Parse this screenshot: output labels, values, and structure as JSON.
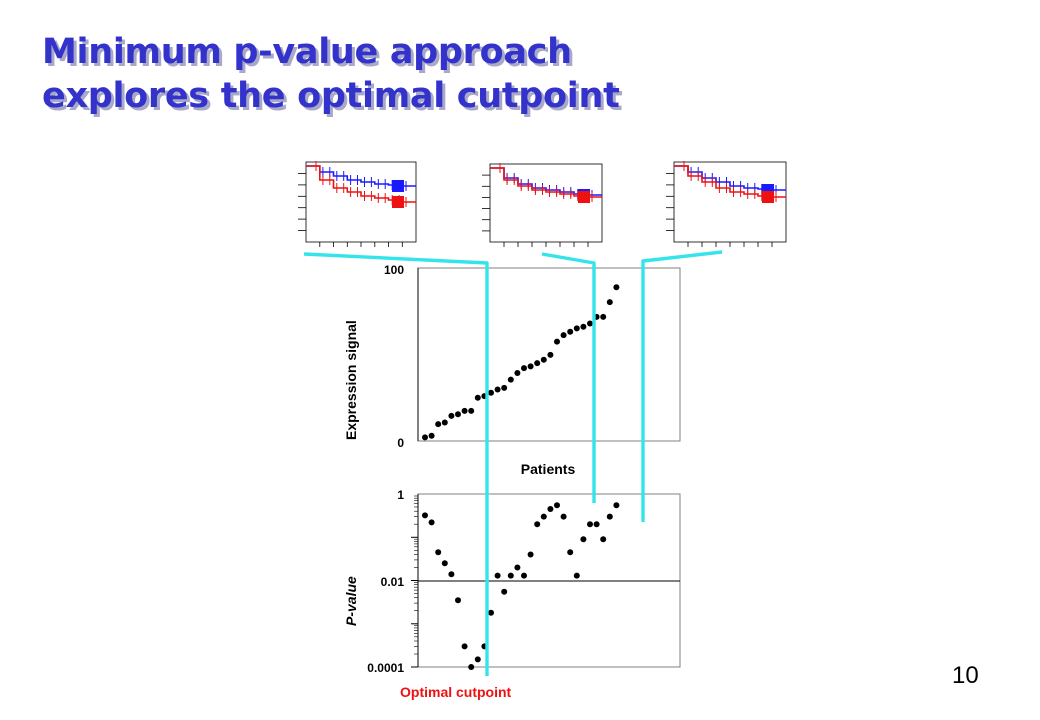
{
  "slide": {
    "title_line1": "Minimum p-value approach",
    "title_line2": "explores the optimal cutpoint",
    "page_number": "10"
  },
  "colors": {
    "title": "#3333cc",
    "connector": "#33e5ea",
    "km_group_high": "#1a1aff",
    "km_group_low": "#ee1111",
    "annotation": "#ee1111"
  },
  "chart_data": [
    {
      "type": "scatter",
      "name": "expression",
      "title": "",
      "xlabel": "Patients",
      "ylabel": "Expression signal",
      "ylim": [
        0,
        100
      ],
      "yticks": [
        "0",
        "100"
      ],
      "grid": false,
      "x": [
        1,
        2,
        3,
        4,
        5,
        6,
        7,
        8,
        9,
        10,
        11,
        12,
        13,
        14,
        15,
        16,
        17,
        18,
        19,
        20,
        21,
        22,
        23,
        24,
        25,
        26,
        27,
        28,
        29,
        30,
        31,
        32,
        33,
        34,
        35,
        36,
        37,
        38,
        39,
        40
      ],
      "y": [
        1,
        2,
        9,
        10,
        14,
        15,
        17,
        17,
        25,
        26,
        28,
        30,
        31,
        36,
        40,
        43,
        44,
        46,
        48,
        51,
        59,
        63,
        65,
        67,
        68,
        70,
        74,
        74,
        83,
        92,
        null,
        null,
        null,
        null,
        null,
        null,
        null,
        null,
        null,
        null
      ]
    },
    {
      "type": "scatter",
      "name": "p-value",
      "title": "",
      "xlabel": "",
      "ylabel": "P-value",
      "yscale": "log",
      "ylim": [
        0.0001,
        1
      ],
      "yticks": [
        "0.0001",
        "0.01",
        "1"
      ],
      "grid": true,
      "x": [
        1,
        2,
        3,
        4,
        5,
        6,
        7,
        8,
        9,
        10,
        11,
        12,
        13,
        14,
        15,
        16,
        17,
        18,
        19,
        20,
        21,
        22,
        23,
        24,
        25,
        26,
        27,
        28,
        29,
        30
      ],
      "y": [
        0.32,
        0.22,
        0.045,
        0.025,
        0.014,
        0.0035,
        0.0003,
        0.0001,
        0.00015,
        0.0003,
        0.0018,
        0.013,
        0.0055,
        0.013,
        0.02,
        0.013,
        0.04,
        0.2,
        0.3,
        0.45,
        0.55,
        0.3,
        0.045,
        0.013,
        0.09,
        0.2,
        0.2,
        0.09,
        0.3,
        0.55
      ]
    },
    {
      "type": "line",
      "name": "survival-curves",
      "panels": 3,
      "series": [
        {
          "name": "",
          "color": "#1a1aff"
        },
        {
          "name": "",
          "color": "#ee1111"
        }
      ]
    }
  ],
  "annotations": {
    "optimal_cutpoint": "Optimal cutpoint",
    "optimal_index": 8
  }
}
